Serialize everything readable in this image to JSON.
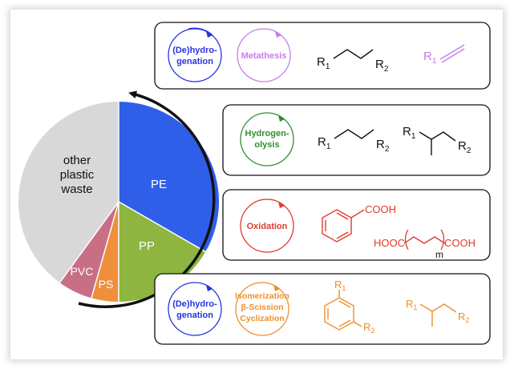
{
  "colors": {
    "pe": "#2f5fe8",
    "pp": "#8db53f",
    "ps": "#ef8f3c",
    "pvc": "#c86f86",
    "other": "#d8d8d8",
    "blue": "#2733e0",
    "violet": "#c77ce8",
    "green": "#2f8f2f",
    "red": "#e23a2a",
    "orange": "#ee8f2a",
    "black": "#111111"
  },
  "pie": {
    "slices": [
      {
        "label": "PE"
      },
      {
        "label": "PP"
      },
      {
        "label": "PS"
      },
      {
        "label": "PVC"
      },
      {
        "label_lines": [
          "other",
          "plastic",
          "waste"
        ]
      }
    ]
  },
  "panels": {
    "p1": {
      "circle_a": [
        "(De)hydro-",
        "genation"
      ],
      "circle_b": [
        "Metathesis"
      ]
    },
    "p2": {
      "circle_a": [
        "Hydrogen-",
        "olysis"
      ]
    },
    "p3": {
      "circle_a": [
        "Oxidation"
      ],
      "cooh_top": "COOH",
      "hooc": "HOOC",
      "cooh_right": "COOH",
      "m": "m"
    },
    "p4": {
      "circle_a": [
        "(De)hydro-",
        "genation"
      ],
      "circle_b": [
        "Isomerization",
        "β-Scission",
        "Cyclization"
      ]
    }
  },
  "chem": {
    "r": "R",
    "sub1": "1",
    "sub2": "2"
  }
}
